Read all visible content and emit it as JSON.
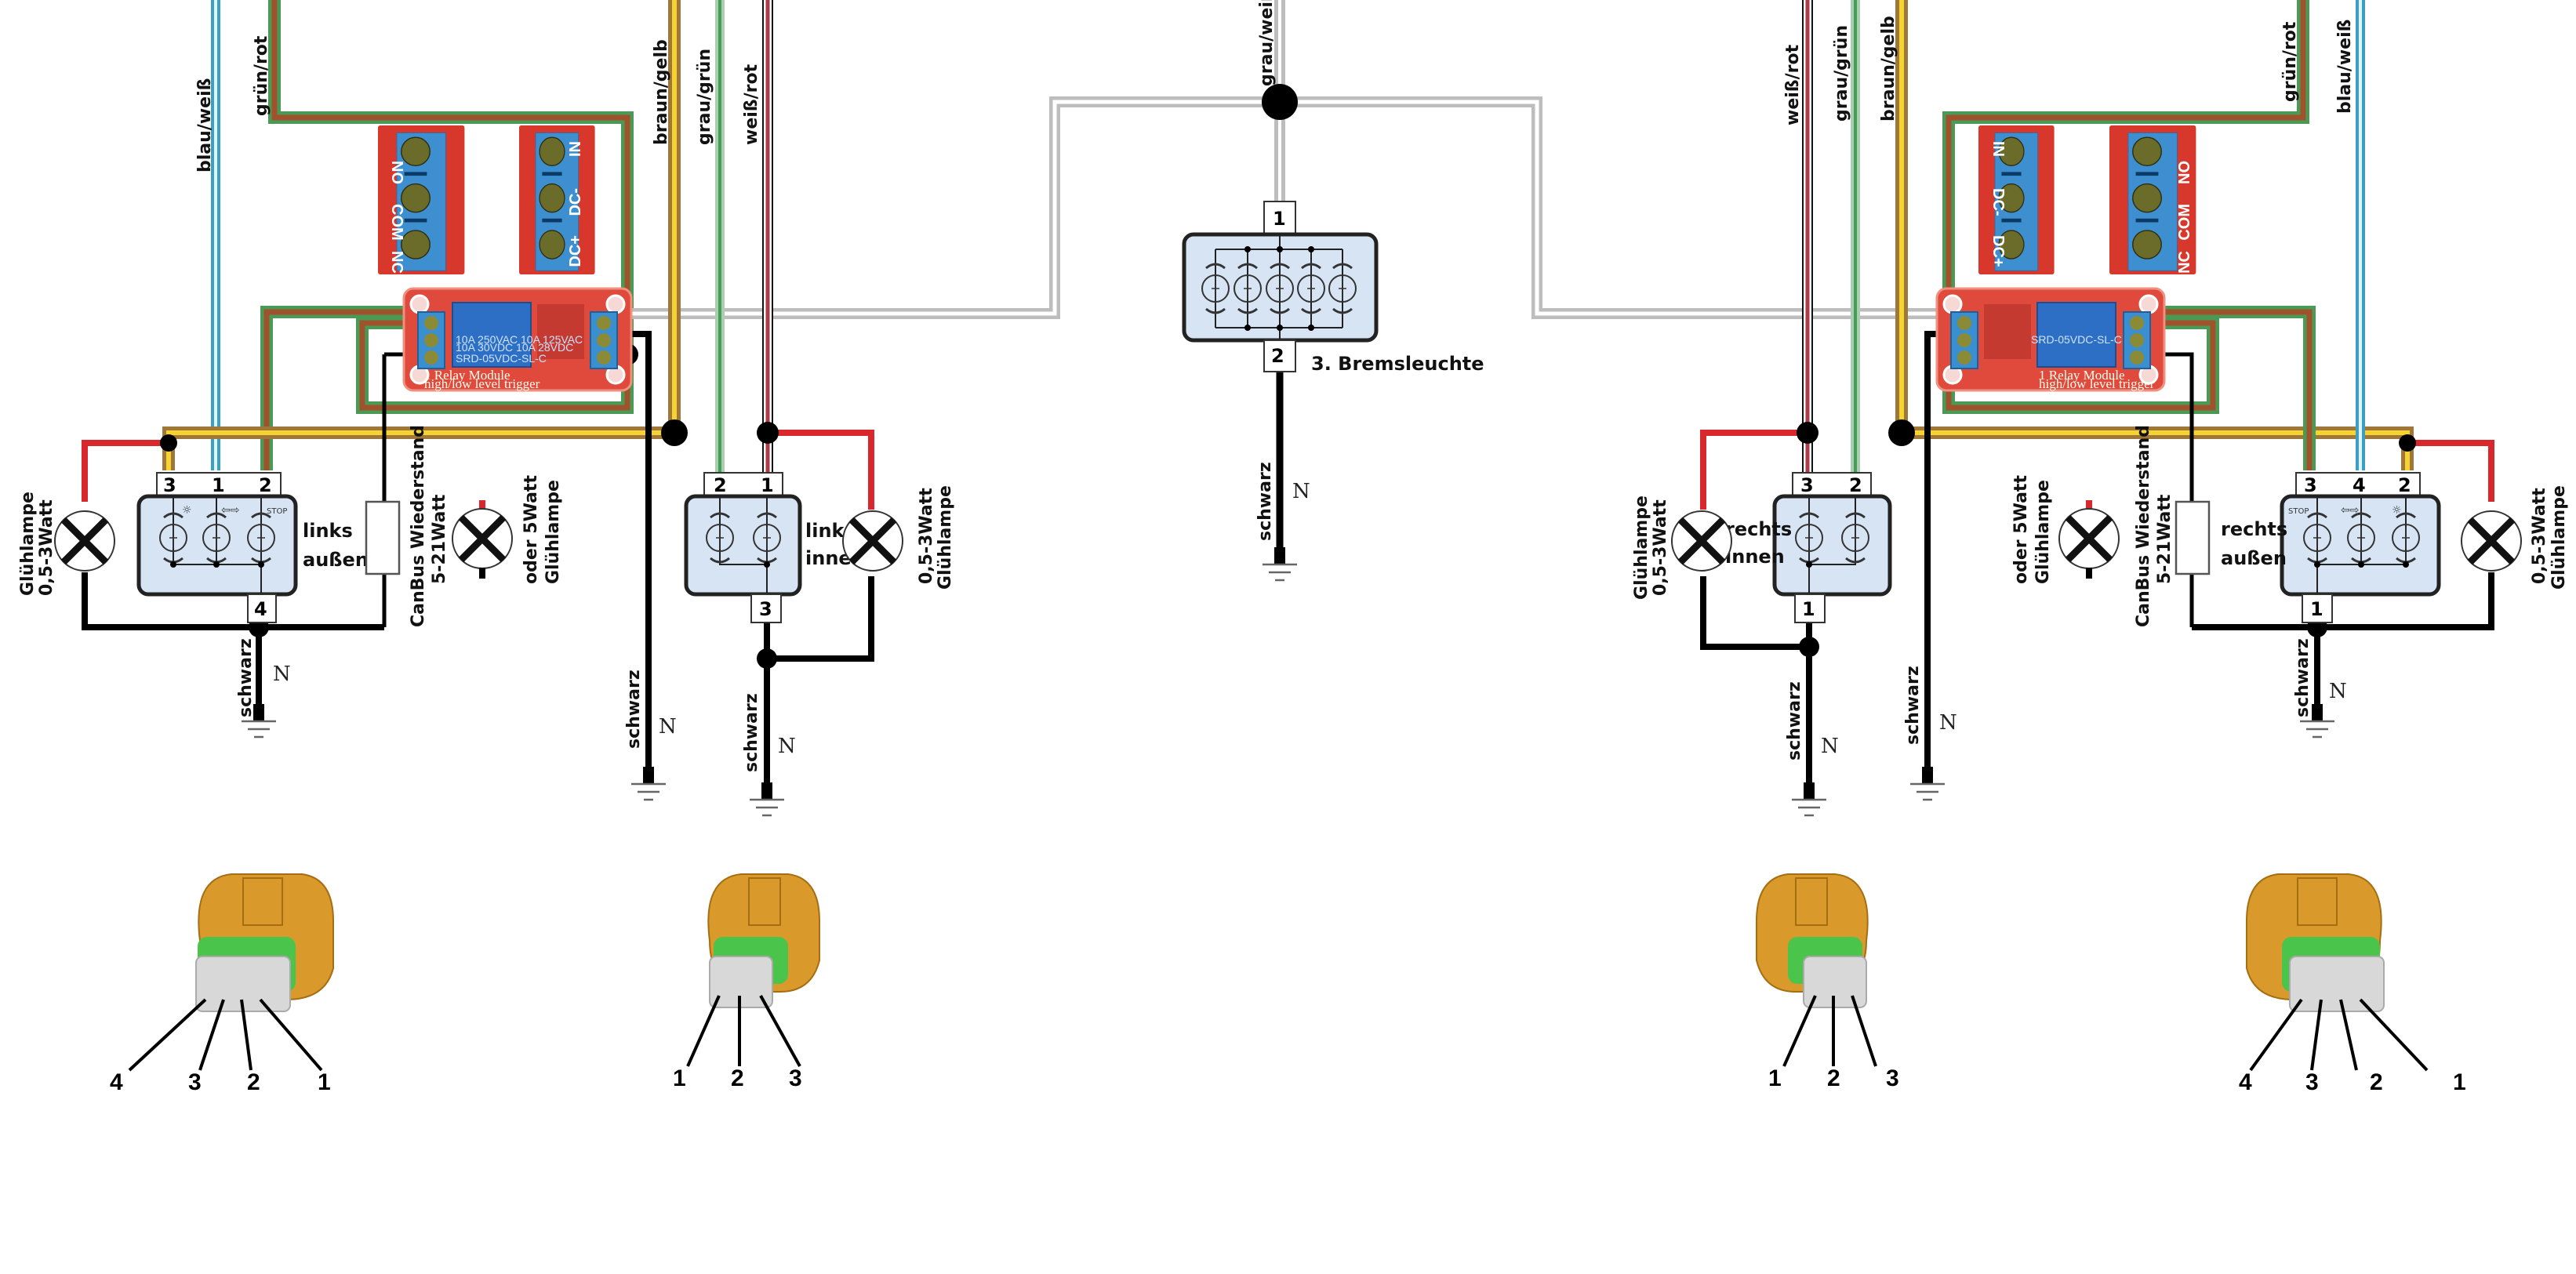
{
  "diagram": {
    "title": "Rückleuchten Schaltplan mit Relais und CanBus Widerstand",
    "wire_colors": {
      "blau_weiss": [
        "#3a9fc0",
        "#dff5fb"
      ],
      "gruen_rot": [
        "#4a9a55",
        "#a0522d"
      ],
      "braun_gelb": [
        "#a0773a",
        "#f5d432"
      ],
      "grau_gruen": [
        "#a8d0b0",
        "#4a9a5a"
      ],
      "weiss_rot": [
        "#111111",
        "#b03a48"
      ],
      "grau_weiss": [
        "#bdbdbd",
        "#ffffff"
      ],
      "schwarz": "#000000",
      "rot": "#d9272e"
    },
    "wire_labels": {
      "blau_weiss": "blau/weiß",
      "gruen_rot": "grün/rot",
      "braun_gelb": "braun/gelb",
      "grau_gruen": "grau/grün",
      "weiss_rot": "weiß/rot",
      "grau_weiss": "grau/weiß",
      "schwarz": "schwarz"
    },
    "ground_label": "N",
    "relay": {
      "input_terminals": [
        "IN",
        "DC-",
        "DC+"
      ],
      "output_terminals": [
        "NO",
        "COM",
        "NC"
      ],
      "module_line1": "1 Relay   Module",
      "module_line2": "high/low level trigger",
      "relay_text1": "10A 250VAC  10A 125VAC",
      "relay_text2": "10A 30VDC  10A 28VDC",
      "relay_model": "SRD-05VDC-SL-C"
    },
    "left_outer": {
      "label_line1": "links",
      "label_line2": "außen",
      "top_pins": [
        "3",
        "1",
        "2"
      ],
      "bottom_pin": "4",
      "lamp_line1": "Glühlampe",
      "lamp_line2": "0,5-3Watt",
      "resistor_line1": "CanBus Wiederstand",
      "resistor_line2": "5-21Watt",
      "alt_lamp_line1": "oder 5Watt",
      "alt_lamp_line2": "Glühlampe"
    },
    "left_inner": {
      "label_line1": "links",
      "label_line2": "innen",
      "top_pins": [
        "2",
        "1"
      ],
      "bottom_pin": "3",
      "lamp_line1": "0,5-3Watt",
      "lamp_line2": "Glühlampe"
    },
    "brake_light": {
      "label": "3. Bremsleuchte",
      "top_pin": "1",
      "bottom_pin": "2"
    },
    "right_inner": {
      "label_line1": "rechts",
      "label_line2": "innen",
      "top_pins": [
        "3",
        "2"
      ],
      "bottom_pin": "1",
      "lamp_line1": "Glühlampe",
      "lamp_line2": "0,5-3Watt"
    },
    "right_outer": {
      "label_line1": "rechts",
      "label_line2": "außen",
      "top_pins": [
        "3",
        "4",
        "2"
      ],
      "bottom_pin": "1",
      "lamp_line1": "0,5-3Watt",
      "lamp_line2": "Glühlampe",
      "resistor_line1": "CanBus Wiederstand",
      "resistor_line2": "5-21Watt",
      "alt_lamp_line1": "oder 5Watt",
      "alt_lamp_line2": "Glühlampe"
    },
    "connectors": [
      {
        "name": "left-outer-connector",
        "pins": [
          "4",
          "3",
          "2",
          "1"
        ]
      },
      {
        "name": "left-inner-connector",
        "pins": [
          "1",
          "2",
          "3"
        ]
      },
      {
        "name": "right-inner-connector",
        "pins": [
          "1",
          "2",
          "3"
        ]
      },
      {
        "name": "right-outer-connector",
        "pins": [
          "4",
          "3",
          "2",
          "1"
        ]
      }
    ]
  }
}
